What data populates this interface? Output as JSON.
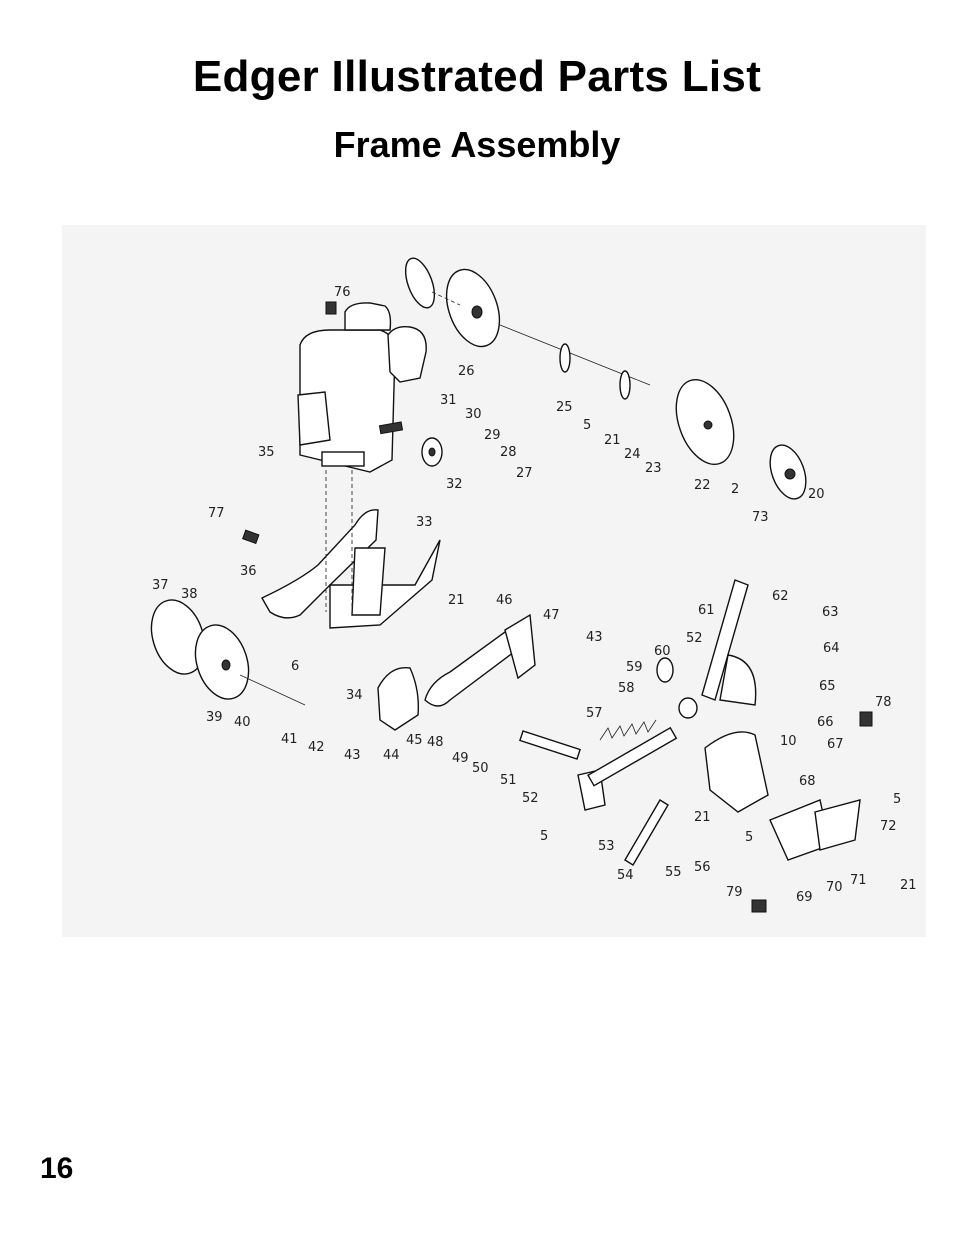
{
  "page": {
    "title": "Edger Illustrated Parts List",
    "subtitle": "Frame Assembly",
    "page_number": "16"
  },
  "diagram": {
    "callouts": [
      "76",
      "26",
      "31",
      "30",
      "29",
      "28",
      "27",
      "32",
      "35",
      "25",
      "5",
      "21",
      "24",
      "23",
      "22",
      "2",
      "73",
      "20",
      "77",
      "33",
      "36",
      "37",
      "38",
      "21",
      "46",
      "47",
      "43",
      "6",
      "39",
      "40",
      "41",
      "42",
      "43",
      "44",
      "45",
      "34",
      "48",
      "49",
      "50",
      "51",
      "52",
      "5",
      "53",
      "54",
      "55",
      "56",
      "57",
      "58",
      "59",
      "60",
      "61",
      "52",
      "62",
      "63",
      "64",
      "65",
      "66",
      "10",
      "67",
      "78",
      "68",
      "21",
      "5",
      "5",
      "72",
      "71",
      "70",
      "69",
      "21",
      "79"
    ]
  }
}
